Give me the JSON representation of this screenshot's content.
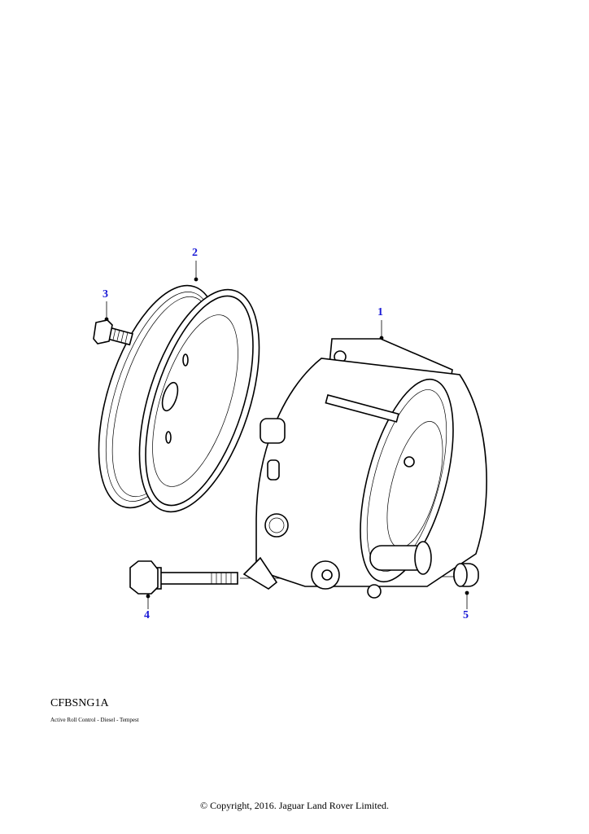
{
  "callouts": [
    {
      "number": "1",
      "part": "pump"
    },
    {
      "number": "2",
      "part": "pulley"
    },
    {
      "number": "3",
      "part": "pulley-bolt"
    },
    {
      "number": "4",
      "part": "mounting-bolt"
    },
    {
      "number": "5",
      "part": "dowel-sleeve"
    }
  ],
  "callout_color": "#1a1ad6",
  "illustration_code": "CFBSNG1A",
  "description": "Active Roll Control - Diesel - Tempest",
  "copyright": "© Copyright, 2016. Jaguar Land Rover Limited."
}
